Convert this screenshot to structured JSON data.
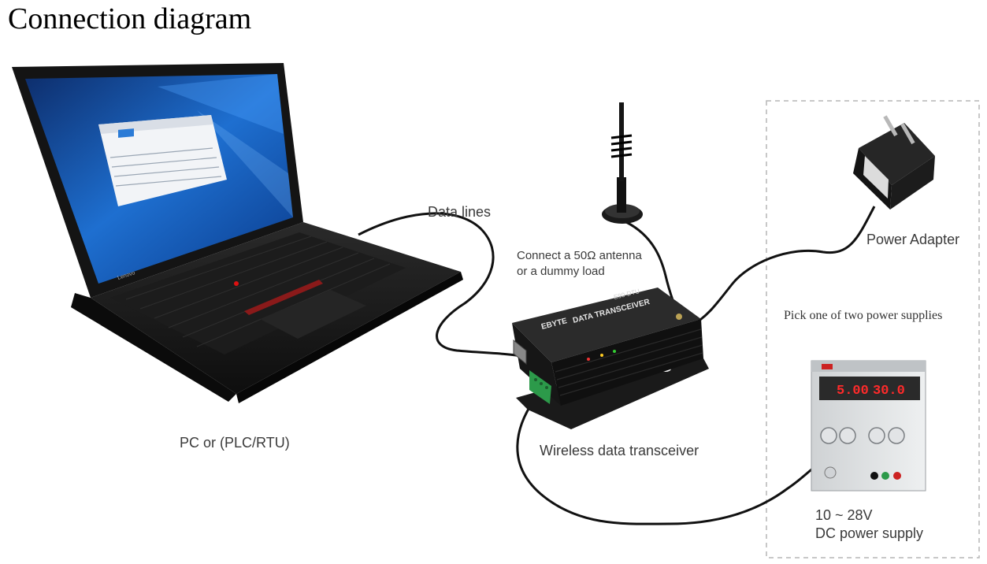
{
  "title": "Connection diagram",
  "labels": {
    "data_lines": "Data lines",
    "antenna_line1": "Connect a 50Ω antenna",
    "antenna_line2": "or a dummy load",
    "power_adapter": "Power Adapter",
    "pick_power": "Pick one of two power supplies",
    "pc": "PC or (PLC/RTU)",
    "transceiver": "Wireless data transceiver",
    "dc_voltage": "10 ~ 28V",
    "dc_supply": "DC power supply"
  },
  "device_text": {
    "transceiver_brand": "EBYTE",
    "transceiver_name": "DATA TRANSCEIVER",
    "transceiver_model": "E90-DTU",
    "psu_current_display": "5.00",
    "psu_voltage_display": "30.0",
    "laptop_brand": "Lenovo"
  },
  "colors": {
    "cable": "#111111",
    "dashed_box": "#b5b5b5",
    "psu_display": "#ff2a2a",
    "desktop_blue": "#1565c0"
  }
}
